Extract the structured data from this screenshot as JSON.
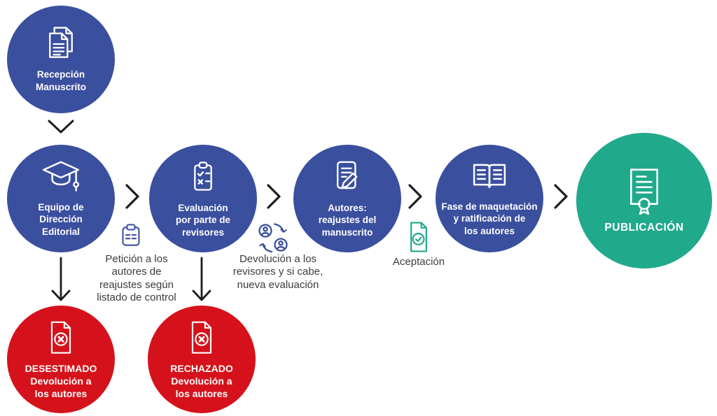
{
  "title": "Editorial workflow diagram",
  "colors": {
    "node_blue": "#3A4F9E",
    "node_red": "#D5121B",
    "node_green": "#21A98C",
    "connector": "#1D1D1B",
    "annotation_text": "#3C3C3B",
    "icon_on_circle": "#FFFFFF"
  },
  "nodes": {
    "reception": {
      "label": "Recepción\nManuscrito",
      "icon": "documents-icon"
    },
    "editorial": {
      "label": "Equipo de\nDirección\nEditorial",
      "icon": "graduation-cap-icon"
    },
    "review": {
      "label": "Evaluación\npor parte de\nrevisores",
      "icon": "checklist-icon"
    },
    "authors": {
      "label": "Autores:\nreajustes del\nmanuscrito",
      "icon": "edit-document-icon"
    },
    "layout": {
      "label": "Fase de maquetación\ny ratificación de\nlos autores",
      "icon": "open-book-icon"
    },
    "publication": {
      "label": "PUBLICACIÓN",
      "icon": "certificate-icon"
    },
    "dismissed": {
      "label": "DESESTIMADO\nDevolución a\nlos autores",
      "icon": "rejected-document-icon"
    },
    "rejected": {
      "label": "RECHAZADO\nDevolución a\nlos autores",
      "icon": "rejected-document-icon"
    }
  },
  "annotations": {
    "petition": {
      "label": "Petición a los\nautores de\nreajustes según\nlistado de control",
      "icon": "notepad-icon"
    },
    "return_reviewers": {
      "label": "Devolución a los\nrevisores y si cabe,\nnueva evaluación",
      "icon": "reviewers-exchange-icon"
    },
    "acceptance": {
      "label": "Aceptación",
      "icon": "accepted-document-icon"
    }
  }
}
